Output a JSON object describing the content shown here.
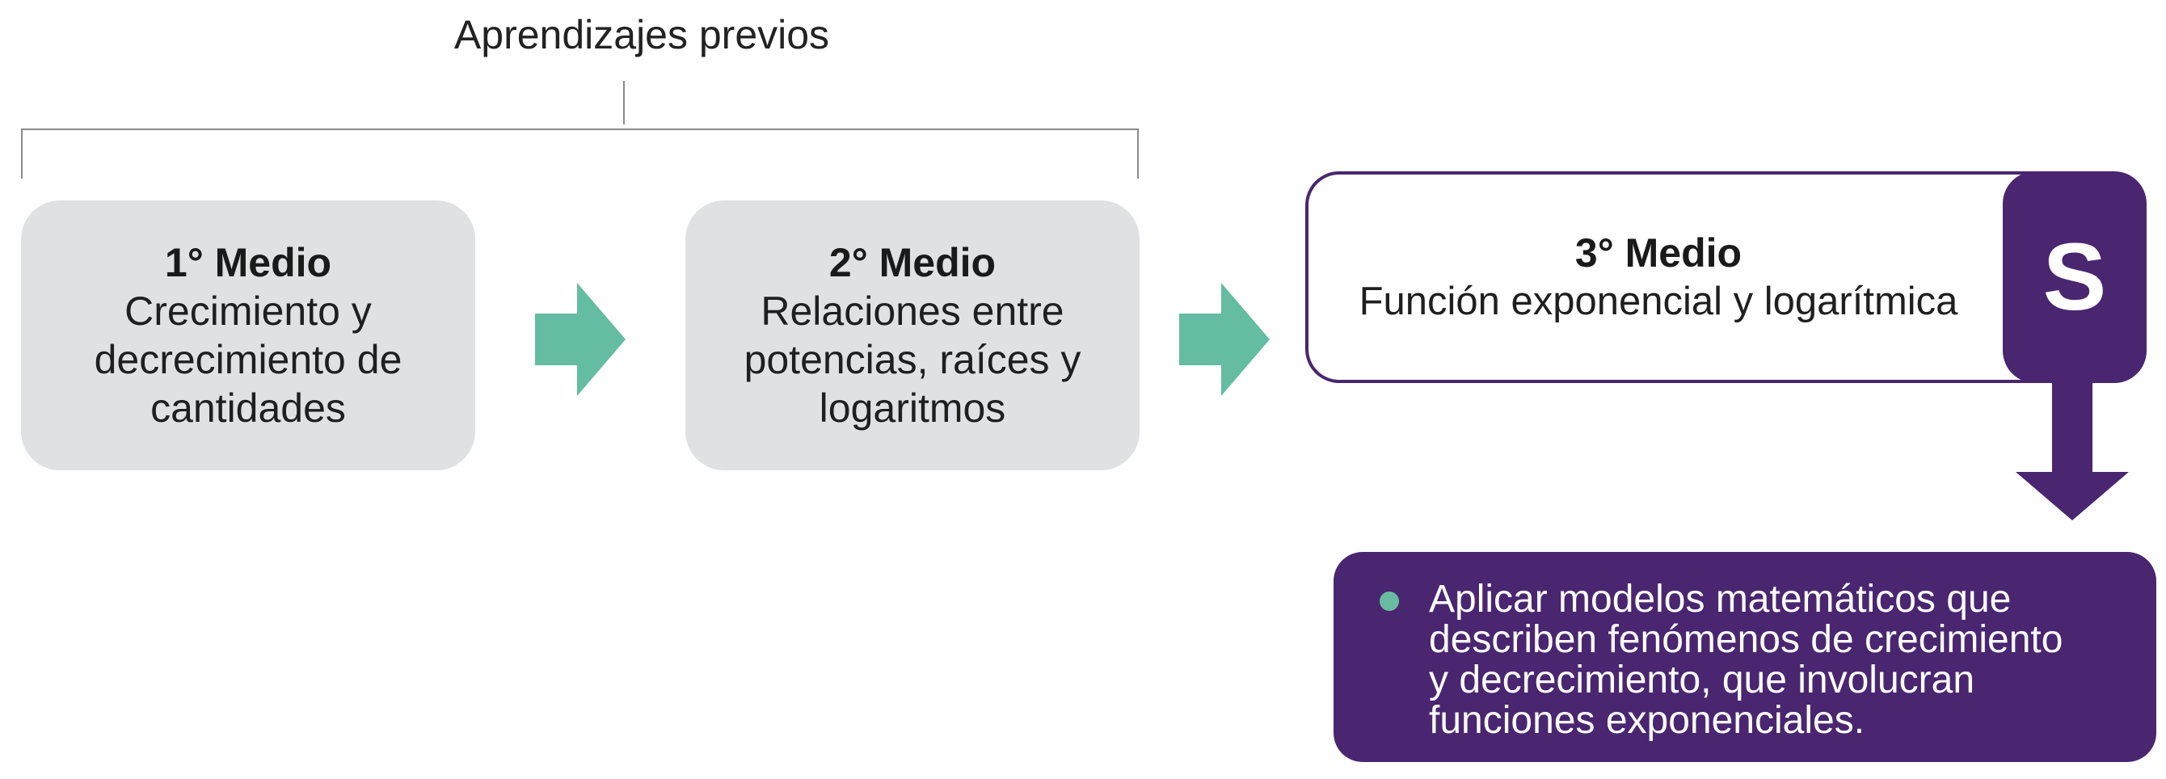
{
  "header": {
    "label": "Aprendizajes previos"
  },
  "grades": [
    {
      "title": "1° Medio",
      "description_lines": [
        "Crecimiento y",
        "decrecimiento de",
        "cantidades"
      ]
    },
    {
      "title": "2° Medio",
      "description_lines": [
        "Relaciones entre",
        "potencias, raíces y",
        "logaritmos"
      ]
    },
    {
      "title": "3° Medio",
      "description_lines": [
        "Función exponencial y logarítmica"
      ]
    }
  ],
  "badge": {
    "letter": "S"
  },
  "objective": {
    "lines": [
      "Aplicar modelos matemáticos que",
      "describen fenómenos de crecimiento",
      "y decrecimiento, que involucran",
      "funciones exponenciales."
    ]
  },
  "colors": {
    "card_grey": "#e0e1e3",
    "arrow_teal": "#64bca2",
    "purple": "#4a2670",
    "bullet_teal": "#68bba1",
    "bracket_grey": "#8a8a8a"
  },
  "icons": {
    "flow_arrow": "arrow-right-icon",
    "down_arrow": "arrow-down-icon",
    "bullet": "bullet-dot-icon"
  }
}
